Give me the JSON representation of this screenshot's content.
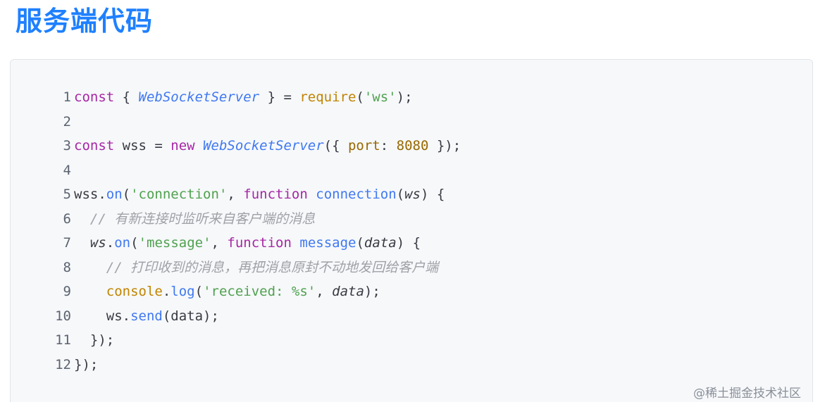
{
  "heading": "服务端代码",
  "watermark": "@稀土掘金技术社区",
  "code_lines": [
    {
      "num": "1",
      "tokens": [
        {
          "t": "const",
          "c": "kw"
        },
        {
          "t": " { ",
          "c": "pun"
        },
        {
          "t": "WebSocketServer",
          "c": "cls"
        },
        {
          "t": " } = ",
          "c": "pun"
        },
        {
          "t": "require",
          "c": "builtin"
        },
        {
          "t": "(",
          "c": "pun"
        },
        {
          "t": "'ws'",
          "c": "str"
        },
        {
          "t": ");",
          "c": "pun"
        }
      ]
    },
    {
      "num": "2",
      "tokens": []
    },
    {
      "num": "3",
      "tokens": [
        {
          "t": "const",
          "c": "kw"
        },
        {
          "t": " wss = ",
          "c": "pun"
        },
        {
          "t": "new",
          "c": "kw"
        },
        {
          "t": " ",
          "c": "pun"
        },
        {
          "t": "WebSocketServer",
          "c": "cls"
        },
        {
          "t": "({ ",
          "c": "pun"
        },
        {
          "t": "port",
          "c": "prop"
        },
        {
          "t": ": ",
          "c": "pun"
        },
        {
          "t": "8080",
          "c": "num"
        },
        {
          "t": " });",
          "c": "pun"
        }
      ]
    },
    {
      "num": "4",
      "tokens": []
    },
    {
      "num": "5",
      "tokens": [
        {
          "t": "wss.",
          "c": "pun"
        },
        {
          "t": "on",
          "c": "fn"
        },
        {
          "t": "(",
          "c": "pun"
        },
        {
          "t": "'connection'",
          "c": "str"
        },
        {
          "t": ", ",
          "c": "pun"
        },
        {
          "t": "function",
          "c": "kw"
        },
        {
          "t": " ",
          "c": "pun"
        },
        {
          "t": "connection",
          "c": "fn"
        },
        {
          "t": "(",
          "c": "pun"
        },
        {
          "t": "ws",
          "c": "param"
        },
        {
          "t": ") {",
          "c": "pun"
        }
      ]
    },
    {
      "num": "6",
      "tokens": [
        {
          "t": "  ",
          "c": "pun"
        },
        {
          "t": "// 有新连接时监听来自客户端的消息",
          "c": "cmt"
        }
      ]
    },
    {
      "num": "7",
      "tokens": [
        {
          "t": "  ",
          "c": "pun"
        },
        {
          "t": "ws",
          "c": "param"
        },
        {
          "t": ".",
          "c": "pun"
        },
        {
          "t": "on",
          "c": "fn"
        },
        {
          "t": "(",
          "c": "pun"
        },
        {
          "t": "'message'",
          "c": "str"
        },
        {
          "t": ", ",
          "c": "pun"
        },
        {
          "t": "function",
          "c": "kw"
        },
        {
          "t": " ",
          "c": "pun"
        },
        {
          "t": "message",
          "c": "fn"
        },
        {
          "t": "(",
          "c": "pun"
        },
        {
          "t": "data",
          "c": "param"
        },
        {
          "t": ") {",
          "c": "pun"
        }
      ]
    },
    {
      "num": "8",
      "tokens": [
        {
          "t": "    ",
          "c": "pun"
        },
        {
          "t": "// 打印收到的消息，再把消息原封不动地发回给客户端",
          "c": "cmt"
        }
      ]
    },
    {
      "num": "9",
      "tokens": [
        {
          "t": "    ",
          "c": "pun"
        },
        {
          "t": "console",
          "c": "builtin"
        },
        {
          "t": ".",
          "c": "pun"
        },
        {
          "t": "log",
          "c": "fn"
        },
        {
          "t": "(",
          "c": "pun"
        },
        {
          "t": "'received: %s'",
          "c": "str"
        },
        {
          "t": ", ",
          "c": "pun"
        },
        {
          "t": "data",
          "c": "param"
        },
        {
          "t": ");",
          "c": "pun"
        }
      ]
    },
    {
      "num": "10",
      "tokens": [
        {
          "t": "    ws.",
          "c": "pun"
        },
        {
          "t": "send",
          "c": "fn"
        },
        {
          "t": "(data);",
          "c": "pun"
        }
      ]
    },
    {
      "num": "11",
      "tokens": [
        {
          "t": "  });",
          "c": "pun"
        }
      ]
    },
    {
      "num": "12",
      "tokens": [
        {
          "t": "});",
          "c": "pun"
        }
      ]
    }
  ]
}
